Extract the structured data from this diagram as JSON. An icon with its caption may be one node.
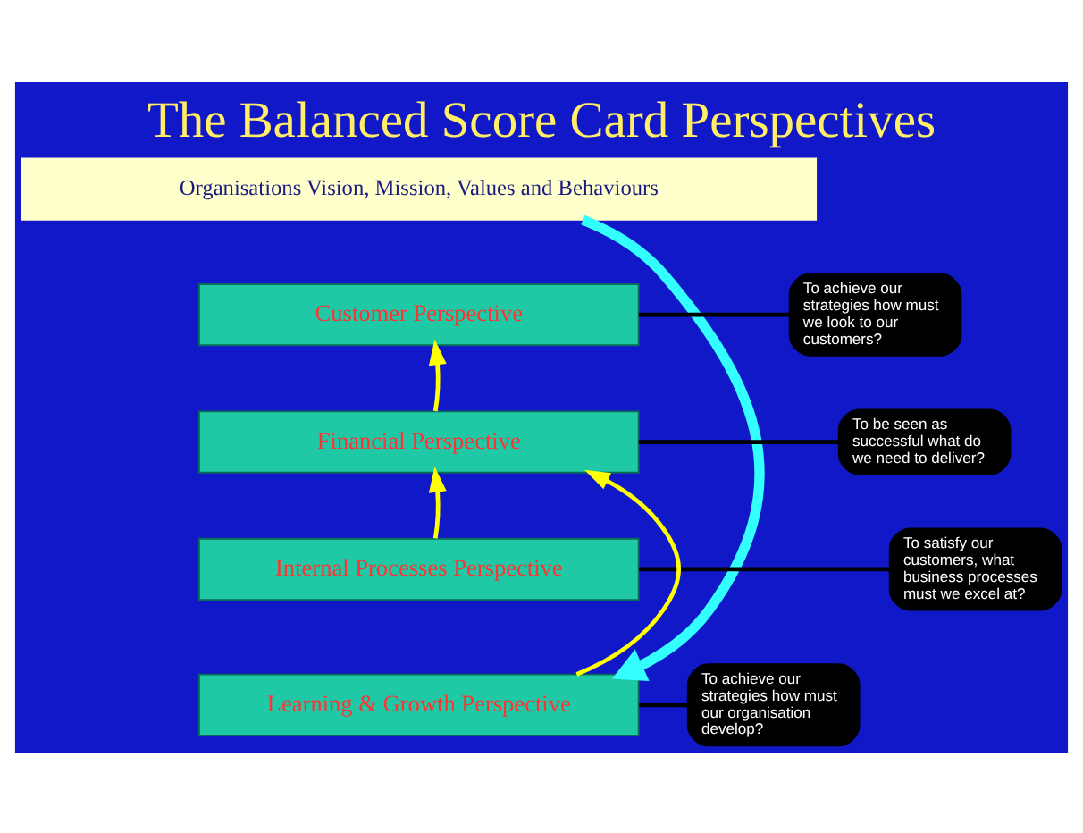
{
  "diagram": {
    "title": "The Balanced Score Card Perspectives",
    "nodes": [
      {
        "text": [
          "Organisations Vision, Mission, Values and Behaviours"
        ]
      },
      {
        "text": [
          "Customer Perspective"
        ]
      },
      {
        "text": [
          "To achieve our strategies how must we look to our customers?"
        ]
      },
      {
        "text": [
          "To be seen as successful what do we need to deliver?"
        ]
      },
      {
        "text": [
          "Financial Perspective"
        ]
      },
      {
        "text": [
          "Internal Processes Perspective"
        ]
      },
      {
        "text": [
          "To satisfy our customers, what business processes must we excel at?"
        ]
      },
      {
        "text": [
          "To achieve our strategies how must our organisation develop?"
        ]
      },
      {
        "text": [
          "Learning & Growth Perspective"
        ]
      }
    ],
    "edges": [
      {
        "from": 0,
        "to": 8,
        "arrow": "to",
        "style": "thick",
        "color": "#33ffff"
      },
      {
        "from": 4,
        "to": 1,
        "arrow": "to",
        "color": "#ffff00"
      },
      {
        "from": 5,
        "to": 4,
        "arrow": "to",
        "color": "#ffff00"
      },
      {
        "from": 8,
        "to": 4,
        "arrow": "to",
        "color": "#ffff00"
      },
      {
        "from": 2,
        "to": 1,
        "arrow": "none"
      },
      {
        "from": 3,
        "to": 4,
        "arrow": "none"
      },
      {
        "from": 6,
        "to": 5,
        "arrow": "none"
      },
      {
        "from": 7,
        "to": 8,
        "arrow": "none"
      }
    ]
  }
}
